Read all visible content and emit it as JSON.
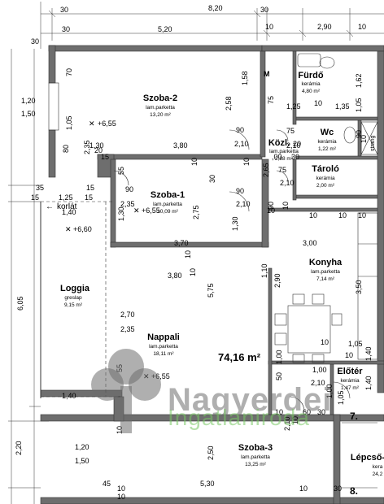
{
  "colors": {
    "wall": "#6e6e6e",
    "line": "#333333",
    "watermark_grey": "#6e6e6e",
    "watermark_green": "#78c864"
  },
  "rooms": {
    "szoba2": {
      "name": "Szoba-2",
      "floor": "lam.parketta",
      "area": "13,20 m²"
    },
    "szoba1": {
      "name": "Szoba-1",
      "floor": "lam.parketta",
      "area": "10,09 m²"
    },
    "nappali": {
      "name": "Nappali",
      "floor": "lam.parketta",
      "area": "18,11 m²"
    },
    "loggia": {
      "name": "Loggia",
      "floor": "greslap",
      "area": "9,15 m²"
    },
    "furdo": {
      "name": "Fürdő",
      "floor": "kerámia",
      "area": "4,80 m²"
    },
    "kozl": {
      "name": "Közl.",
      "floor": "lam.parketta",
      "area": "2,88 m²"
    },
    "wc": {
      "name": "Wc",
      "floor": "kerámia",
      "area": "1,22 m²"
    },
    "tarolo": {
      "name": "Tároló",
      "floor": "kerámia",
      "area": "2,00 m²"
    },
    "konyha": {
      "name": "Konyha",
      "floor": "lam.parketta",
      "area": "7,14 m²"
    },
    "eloter": {
      "name": "Előtér",
      "floor": "kerámia",
      "area": "1,47 m²"
    },
    "szoba3": {
      "name": "Szoba-3",
      "floor": "lam.parketta",
      "area": "13,25 m²"
    },
    "lepcso": {
      "name": "Lépcső-",
      "floor": "kera",
      "area": "24,2"
    }
  },
  "total_area": "74,16 m²",
  "korlat": "korlát",
  "levels": {
    "l1": "+6,55",
    "l2": "+6,55",
    "l3": "+6,60",
    "l4": "+6,55"
  },
  "apartment_numbers": {
    "a7": "7.",
    "a8": "8."
  },
  "m_mark": "M",
  "strang": "strang",
  "dims_top": {
    "d30a": "30",
    "d820": "8,20",
    "d30b": "30",
    "d520": "5,20",
    "d10a": "10",
    "d290": "2,90",
    "d10b": "10",
    "d30c": "30",
    "d30d": "30"
  },
  "dims_plan": {
    "d120a": "1,20",
    "d150a": "1,50",
    "d70": "70",
    "d105a": "1,05",
    "d80": "80",
    "d235a": "2,35",
    "d20a": "20",
    "d130a": "1,30",
    "d380a": "3,80",
    "d258": "2,58",
    "d158": "1,58",
    "d75a": "75",
    "d125a": "1,25",
    "d10c": "10",
    "d135": "1,35",
    "d162": "1,62",
    "d105b": "1,05",
    "d90a": "90",
    "d210a": "2,10",
    "d75b": "75",
    "d210b": "2,10",
    "d90b": "90",
    "d10d": "10",
    "d15a": "15",
    "d55a": "55",
    "d10e": "10",
    "d30e": "30",
    "d10f": "10",
    "d35": "35",
    "d15b": "15",
    "d125b": "1,25",
    "d15c": "15",
    "d15d": "15",
    "d90c": "90",
    "d235b": "2,35",
    "d90d": "90",
    "d210c": "2,10",
    "d265": "2,65",
    "d75c": "75",
    "d210d": "2,10",
    "d00": ",00",
    "d30f": "30",
    "d10g": "10",
    "d140a": "1,40",
    "d130b": "1,30",
    "d275": "2,75",
    "d130c": "1,30",
    "d10h": "10",
    "d90e": "90",
    "d10i": "10",
    "d10j": "10",
    "d10k": "10",
    "d370": "3,70",
    "d10l": "10",
    "d300": "3,00",
    "d110": "1,10",
    "d605": "6,05",
    "d380b": "3,80",
    "d10m": "10",
    "d575": "5,75",
    "d290b": "2,90",
    "d350": "3,50",
    "d270": "2,70",
    "d235c": "2,35",
    "d10n": "10",
    "d105c": "1,05",
    "d10o": "10",
    "d140b": "1,40",
    "d100a": "1,00",
    "d50": "50",
    "d100b": "1,00",
    "d210e": "2,10",
    "d100c": "1,00",
    "d105d": "1,05",
    "d140c": "1,40",
    "d55b": "55",
    "d60": "60",
    "d30g": "30",
    "d10p": "10",
    "d220": "2,20",
    "d120b": "1,20",
    "d150b": "1,50",
    "d120c": "1,20",
    "d150c": "1,50",
    "d250": "2,50",
    "d45": "45",
    "d10q": "10",
    "d530": "5,30",
    "d10r": "10",
    "d10s": "10",
    "d10t": "10",
    "d30h": "30",
    "d210f": "2,10",
    "d10u": "10",
    "d20b": "20"
  },
  "watermark": {
    "brand": "Nagyerdei",
    "sub": "Ingatlaniroda"
  }
}
